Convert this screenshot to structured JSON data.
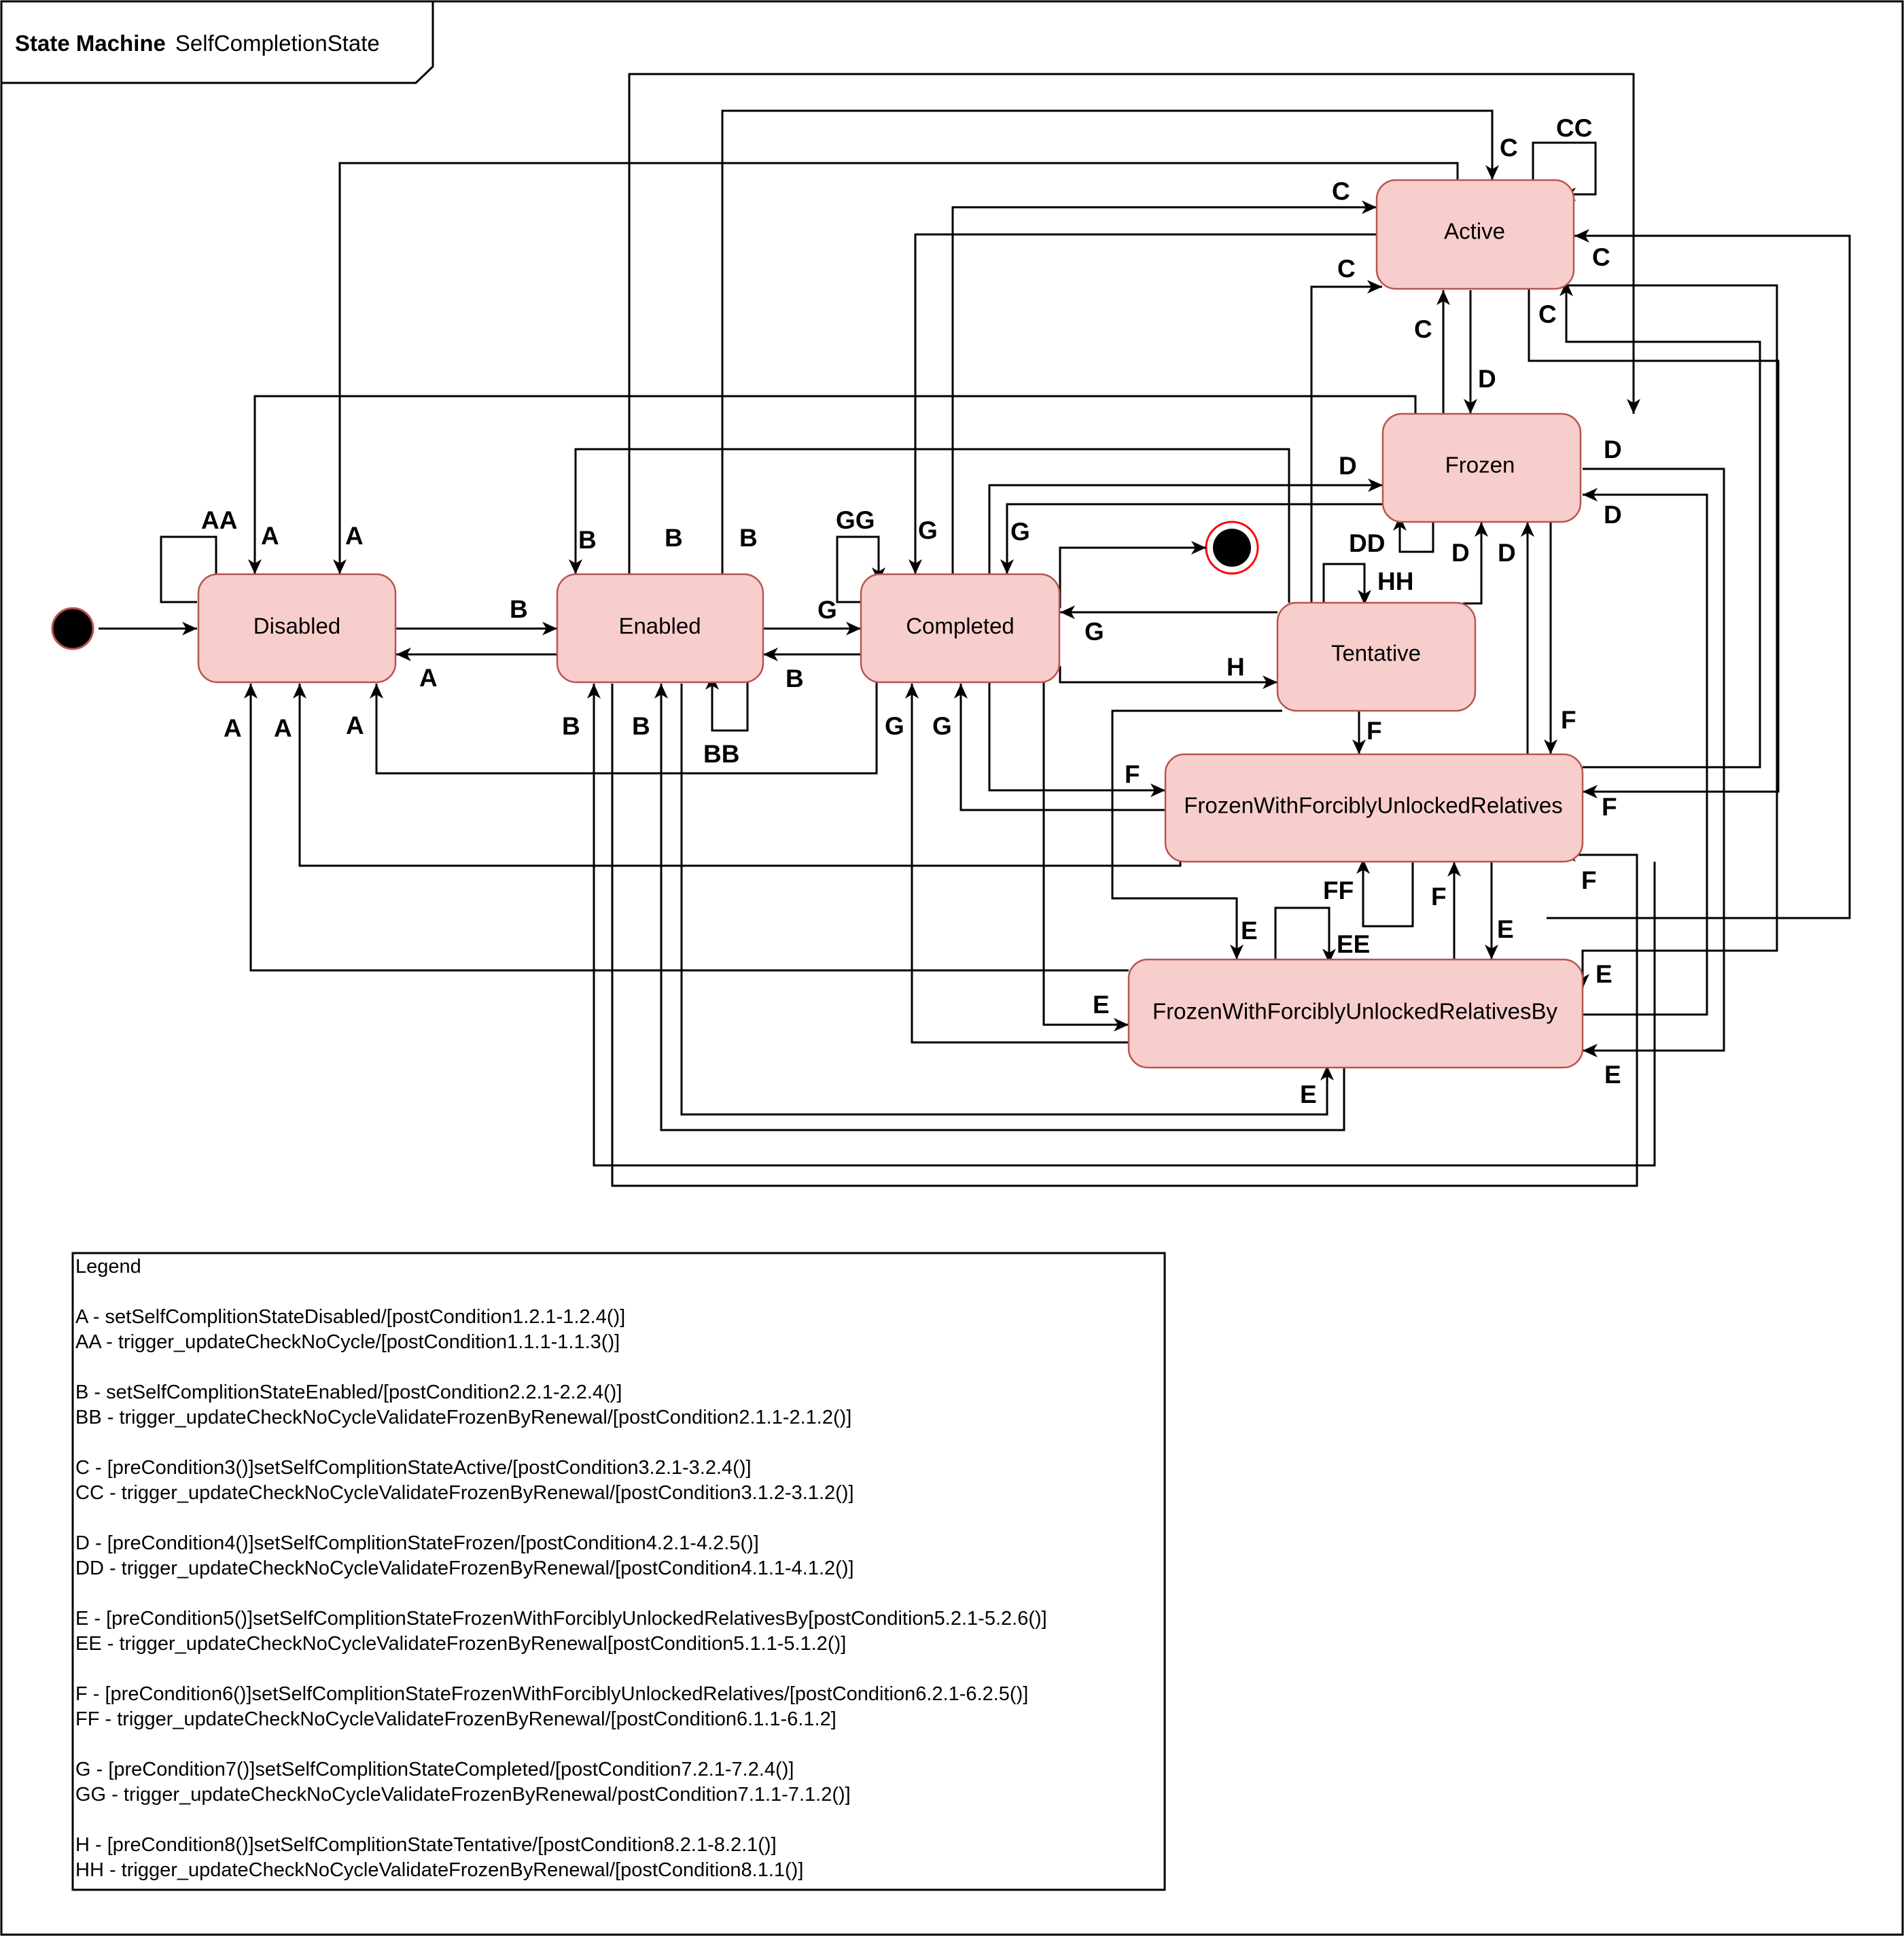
{
  "frame": {
    "keyword": "State Machine",
    "name": "SelfCompletionState"
  },
  "states": {
    "disabled": "Disabled",
    "enabled": "Enabled",
    "completed": "Completed",
    "tentative": "Tentative",
    "active": "Active",
    "frozen": "Frozen",
    "frozen_relatives": "FrozenWithForciblyUnlockedRelatives",
    "frozen_relatives_by": "FrozenWithForciblyUnlockedRelativesBy"
  },
  "legend": {
    "title": "Legend",
    "lines": [
      "A - setSelfComplitionStateDisabled/[postCondition1.2.1-1.2.4()]",
      "AA - trigger_updateCheckNoCycle/[postCondition1.1.1-1.1.3()]",
      "",
      "B - setSelfComplitionStateEnabled/[postCondition2.2.1-2.2.4()]",
      "BB - trigger_updateCheckNoCycleValidateFrozenByRenewal/[postCondition2.1.1-2.1.2()]",
      "",
      "C - [preCondition3()]setSelfComplitionStateActive/[postCondition3.2.1-3.2.4()]",
      "CC - trigger_updateCheckNoCycleValidateFrozenByRenewal/[postCondition3.1.2-3.1.2()]",
      "",
      "D - [preCondition4()]setSelfComplitionStateFrozen/[postCondition4.2.1-4.2.5()]",
      "DD - trigger_updateCheckNoCycleValidateFrozenByRenewal/[postCondition4.1.1-4.1.2()]",
      "",
      "E - [preCondition5()]setSelfComplitionStateFrozenWithForciblyUnlockedRelativesBy[postCondition5.2.1-5.2.6()]",
      "EE - trigger_updateCheckNoCycleValidateFrozenByRenewal[postCondition5.1.1-5.1.2()]",
      "",
      "F - [preCondition6()]setSelfComplitionStateFrozenWithForciblyUnlockedRelatives/[postCondition6.2.1-6.2.5()]",
      "FF - trigger_updateCheckNoCycleValidateFrozenByRenewal/[postCondition6.1.1-6.1.2]",
      "",
      "G - [preCondition7()]setSelfComplitionStateCompleted/[postCondition7.2.1-7.2.4()]",
      "GG - trigger_updateCheckNoCycleValidateFrozenByRenewal/postCondition7.1.1-7.1.2()]",
      "",
      "H - [preCondition8()]setSelfComplitionStateTentative/[postCondition8.2.1-8.2.1()]",
      "HH - trigger_updateCheckNoCycleValidateFrozenByRenewal/[postCondition8.1.1()]"
    ]
  }
}
